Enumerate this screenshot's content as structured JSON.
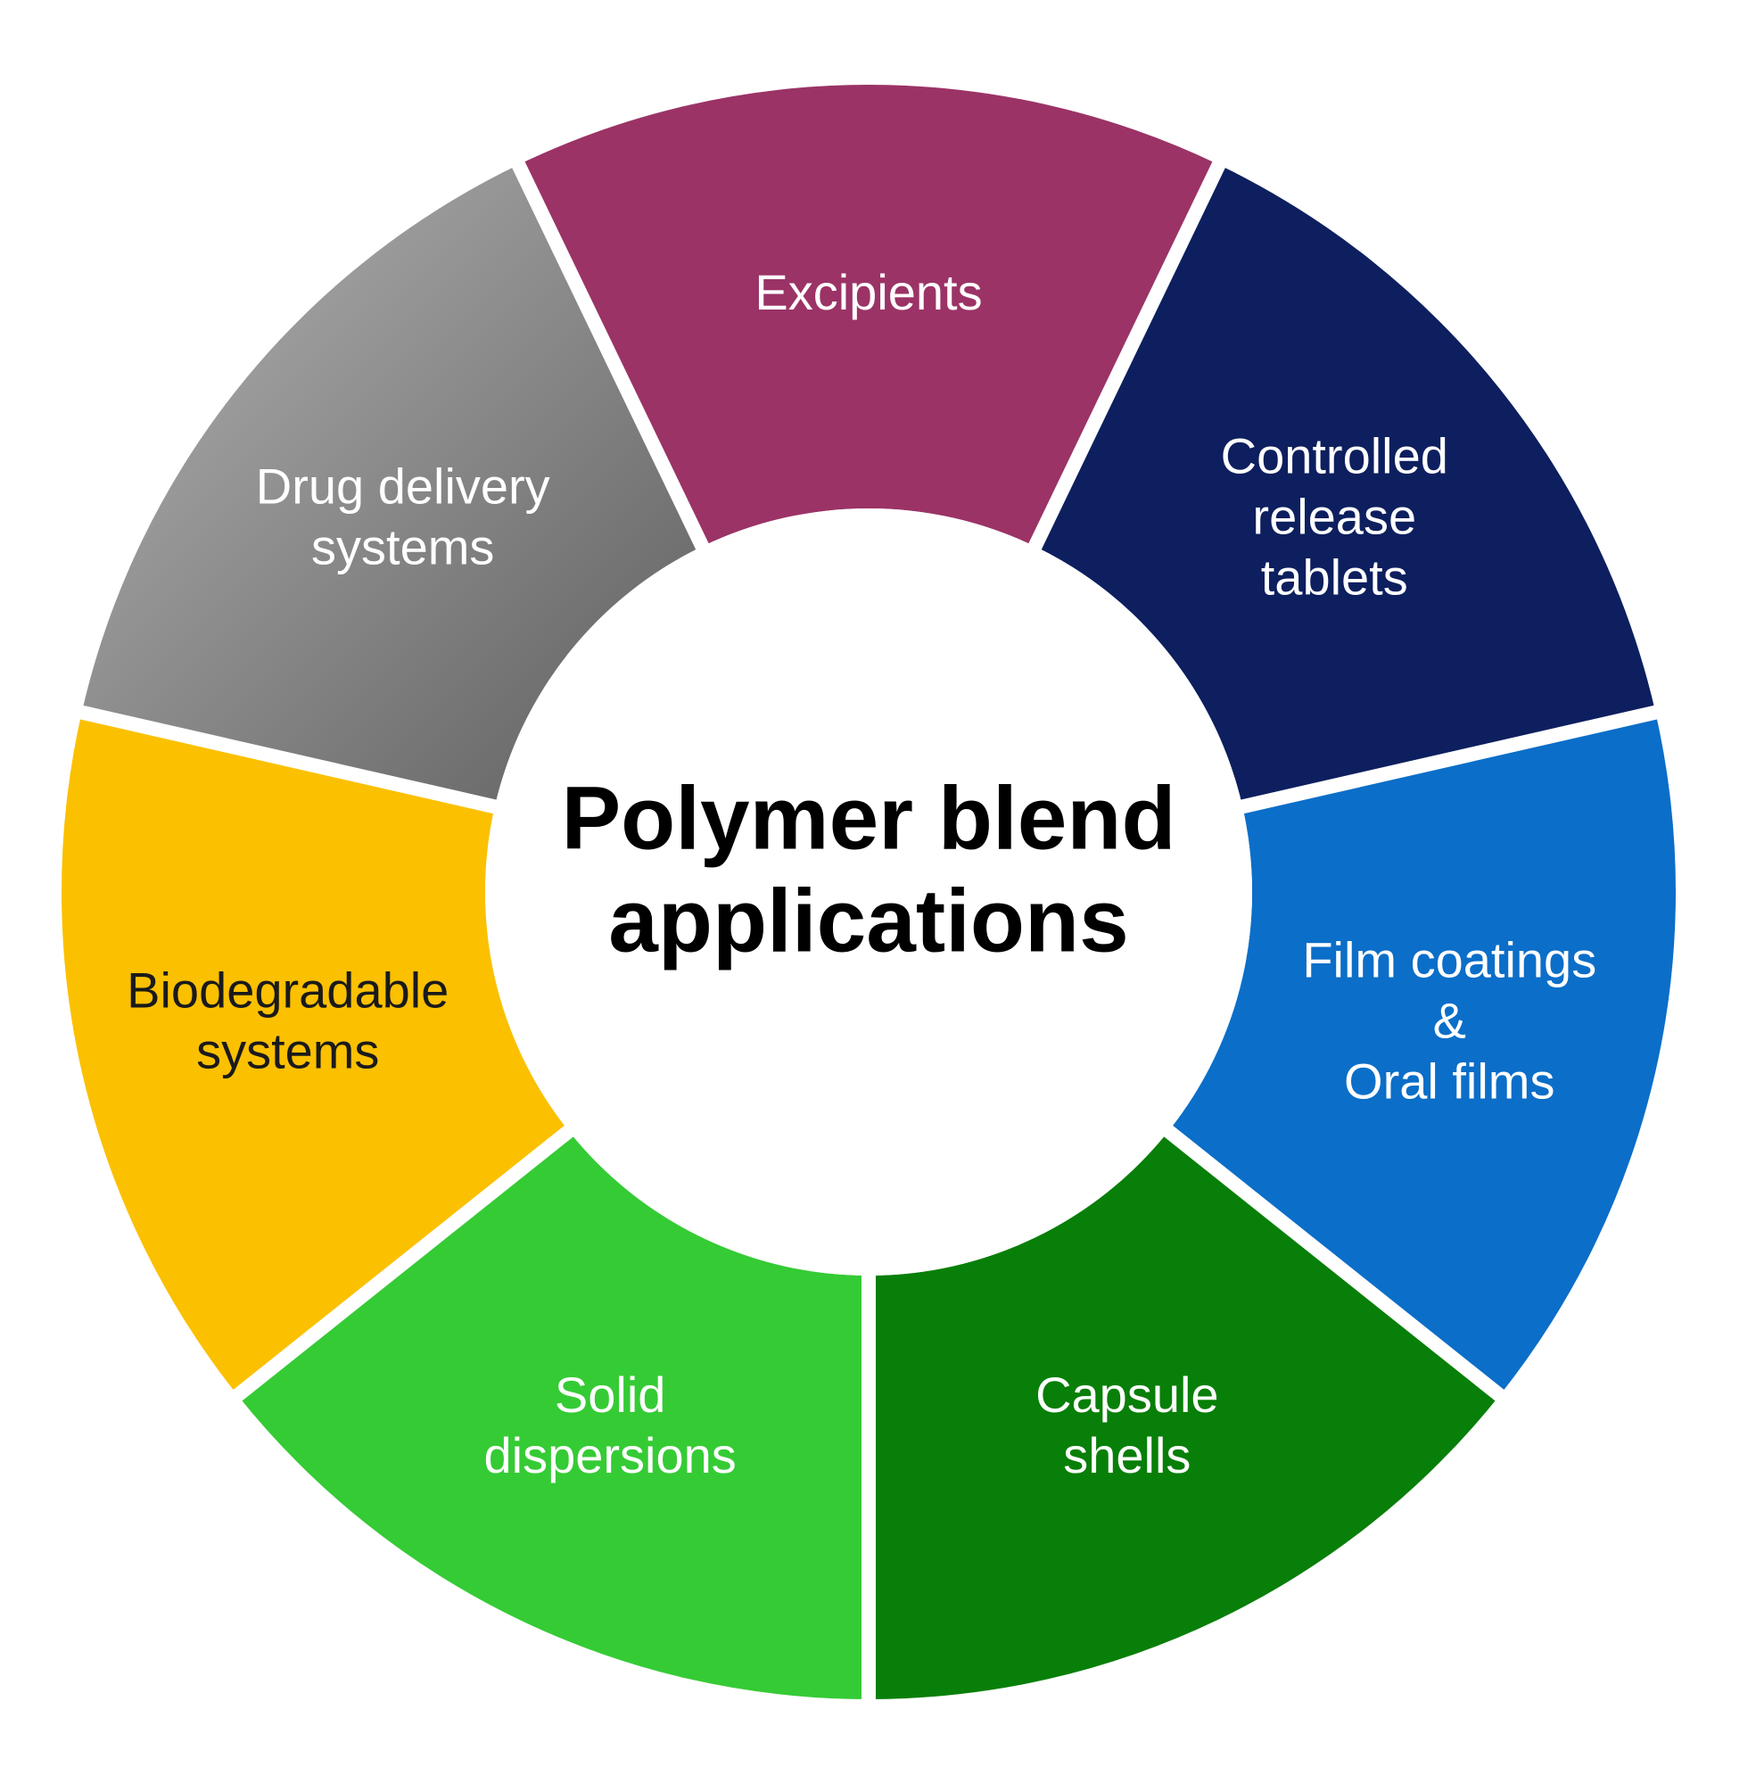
{
  "diagram": {
    "center_title_lines": [
      "Polymer blend",
      "applications"
    ],
    "segments": [
      {
        "name": "segment-excipients",
        "lines": [
          "Excipients"
        ],
        "color": "#9B3366",
        "text_color": "#ffffff"
      },
      {
        "name": "segment-controlled-release-tablets",
        "lines": [
          "Controlled",
          "release",
          "tablets"
        ],
        "color": "#0D1F5E",
        "text_color": "#ffffff"
      },
      {
        "name": "segment-film-coatings-oral-films",
        "lines": [
          "Film  coatings",
          "&",
          "Oral films"
        ],
        "color": "#0B6EC8",
        "text_color": "#ffffff"
      },
      {
        "name": "segment-capsule-shells",
        "lines": [
          "Capsule",
          "shells"
        ],
        "color": "#087F08",
        "text_color": "#ffffff"
      },
      {
        "name": "segment-solid-dispersions",
        "lines": [
          "Solid",
          "dispersions"
        ],
        "color": "#35CB35",
        "text_color": "#ffffff"
      },
      {
        "name": "segment-biodegradable-systems",
        "lines": [
          "Biodegradable",
          "systems"
        ],
        "color": "#FBC000",
        "text_color": "#1a1a1a"
      },
      {
        "name": "segment-drug-delivery-systems",
        "lines": [
          "Drug delivery",
          "systems"
        ],
        "color": "#8A8A8A",
        "text_color": "#ffffff"
      }
    ]
  }
}
